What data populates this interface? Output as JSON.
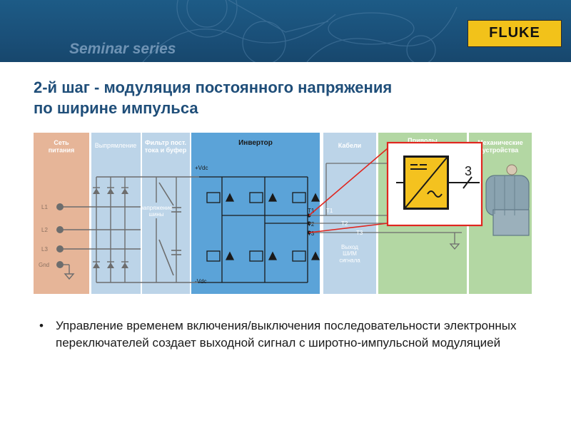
{
  "header": {
    "series": "Seminar series",
    "logo": "FLUKE"
  },
  "title": {
    "line1": "2-й шаг - модуляция постоянного напряжения",
    "line2": "по ширине импульса"
  },
  "diagram": {
    "sections": {
      "network": "Сеть\nпитания",
      "rectifier": "Выпрямление",
      "filter": "Фильтр пост.\nтока и буфер",
      "inverter": "Инвертор",
      "cables": "Кабели",
      "protection": "Приводы",
      "mechanical": "Механические\nустройства"
    },
    "inputs": [
      "L1",
      "L2",
      "L3",
      "Gnd"
    ],
    "bus_voltage": "напряжение\nшины",
    "dc_plus": "+Vdc",
    "dc_minus": "-Vdc",
    "outputs": [
      "T1",
      "T2",
      "T3"
    ],
    "pwm_output": "Выход\nШИМ\nсигнала",
    "phases": "3"
  },
  "bullets": [
    "Управление временем включения/выключения последовательности электронных переключателей создает выходной сигнал с широтно-импульсной модуляцией"
  ],
  "colors": {
    "header": "#1b5480",
    "network": "#e6b598",
    "rectifier": "#bcd4e8",
    "filter": "#bcd4e8",
    "inverter": "#5ba3d8",
    "cables": "#bcd4e8",
    "protection": "#b3d7a3",
    "mechanical": "#b3d7a3",
    "zoom_border": "#e0261f",
    "converter_yellow": "#f4c21f",
    "title": "#1f4e79"
  }
}
